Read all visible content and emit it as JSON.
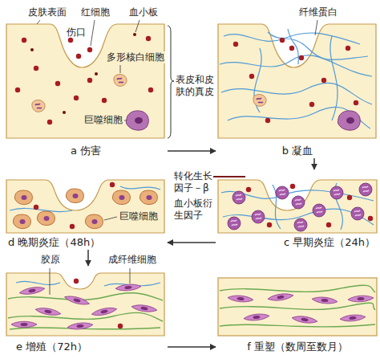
{
  "diagram": {
    "nodes": [
      {
        "text": [
          "a 伤害"
        ]
      },
      {
        "text": [
          "b 凝血"
        ]
      },
      {
        "text": [
          "c 早期炎症（24h）"
        ]
      },
      {
        "text": [
          "d 晚期炎症（48h）"
        ]
      },
      {
        "text": [
          "e 增殖（72h）"
        ]
      },
      {
        "text": [
          "f 重塑（数周至数月）"
        ]
      }
    ],
    "edges": [
      {
        "from": 0,
        "to": 1,
        "arrow": "to"
      },
      {
        "from": 1,
        "to": 2,
        "arrow": "to"
      },
      {
        "from": 2,
        "to": 3,
        "arrow": "to"
      },
      {
        "from": 3,
        "to": 4,
        "arrow": "to"
      },
      {
        "from": 4,
        "to": 5,
        "arrow": "to"
      }
    ],
    "labels": [
      "皮肤表面",
      "伤口",
      "红细胞",
      "血小板",
      "多形核白细胞",
      "巨噬细胞",
      "表皮和皮肤的真皮",
      "纤维蛋白",
      "转化生长因子－β",
      "血小板衍生因子",
      "巨噬细胞",
      "胶原",
      "成纤维细胞"
    ]
  }
}
